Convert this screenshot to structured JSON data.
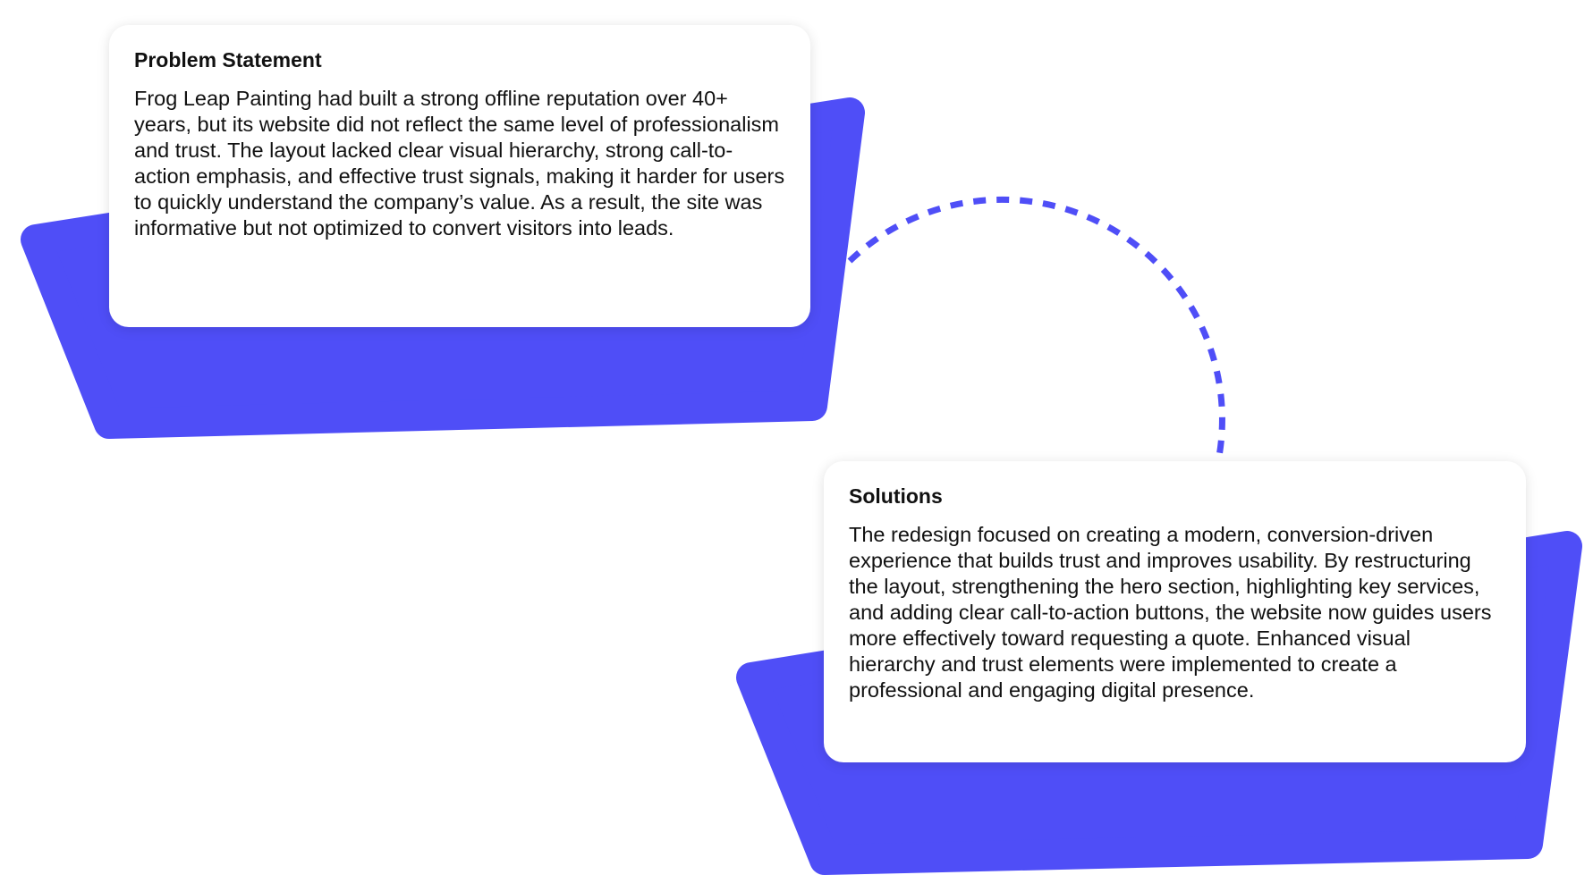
{
  "colors": {
    "accent": "#4F4EF7",
    "card": "#FFFFFF",
    "text": "#111111"
  },
  "problem": {
    "title": "Problem Statement",
    "body": "Frog Leap Painting had built a strong offline reputation over 40+ years, but its website did not reflect the same level of professionalism and trust. The layout lacked clear visual hierarchy, strong call-to-action emphasis, and effective trust signals, making it harder for users to quickly understand the company’s value. As a result, the site was informative but not optimized to convert visitors into leads."
  },
  "solutions": {
    "title": "Solutions",
    "body": "The redesign focused on creating a modern, conversion-driven experience that builds trust and improves usability. By restructuring the layout, strengthening the hero section, highlighting key services, and adding clear call-to-action buttons, the website now guides users more effectively toward requesting a quote. Enhanced visual hierarchy and trust elements were implemented to create a professional and engaging digital presence."
  }
}
